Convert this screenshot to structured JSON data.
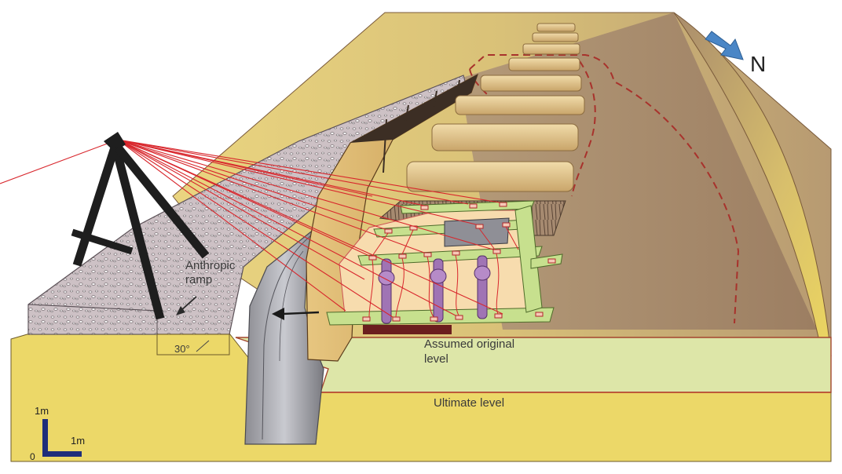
{
  "labels": {
    "ramp": "Anthropic ramp",
    "angle": "30°",
    "assumed_level": "Assumed original level",
    "ultimate_level": "Ultimate level",
    "north": "N",
    "scale_vertical": "1m",
    "scale_horizontal": "1m",
    "scale_origin": "0"
  },
  "colors": {
    "sand_light": "#e8d27a",
    "sand_dark": "#a48566",
    "layer_green": "#dde6a8",
    "layer_yellow": "#ecd868",
    "gravel": "#cbbfc3",
    "laser_red": "#d8262c",
    "frame_green": "#c7e08e",
    "strut_purple": "#a074b4",
    "beam_wood": "#d9bb7f",
    "north_arrow": "#4a86c6",
    "scale_bar": "#1f2e7a"
  },
  "icons": [
    "tripod-icon",
    "north-arrow-icon",
    "scale-bar-icon"
  ]
}
